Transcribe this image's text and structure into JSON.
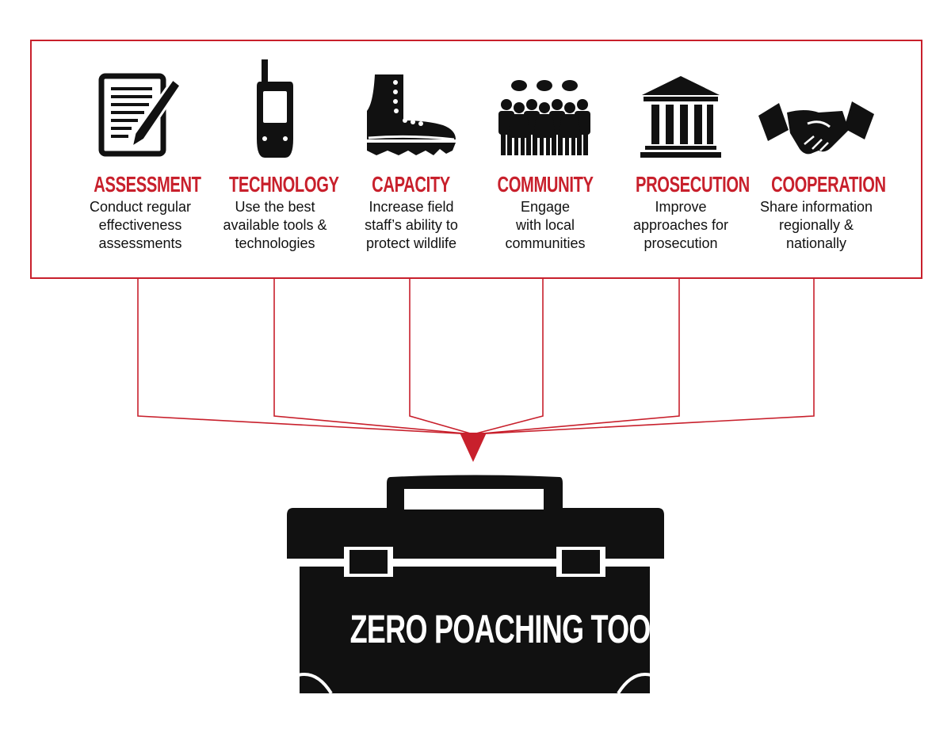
{
  "colors": {
    "accent": "#c8202c",
    "icon": "#111111"
  },
  "pillars": [
    {
      "icon": "document-pen-icon",
      "title": "ASSESSMENT",
      "description": "Conduct regular\neffectiveness\nassessments"
    },
    {
      "icon": "gps-device-icon",
      "title": "TECHNOLOGY",
      "description": "Use the best\navailable tools &\ntechnologies"
    },
    {
      "icon": "boot-icon",
      "title": "CAPACITY",
      "description": "Increase field\nstaff’s ability to\nprotect wildlife"
    },
    {
      "icon": "people-group-icon",
      "title": "COMMUNITY",
      "description": "Engage\nwith local\ncommunities"
    },
    {
      "icon": "courthouse-icon",
      "title": "PROSECUTION",
      "description": "Improve\napproaches for\nprosecution"
    },
    {
      "icon": "handshake-icon",
      "title": "COOPERATION",
      "description": "Share information\nregionally &\nnationally"
    }
  ],
  "toolbox": {
    "label": "ZERO POACHING TOOLKIT"
  }
}
